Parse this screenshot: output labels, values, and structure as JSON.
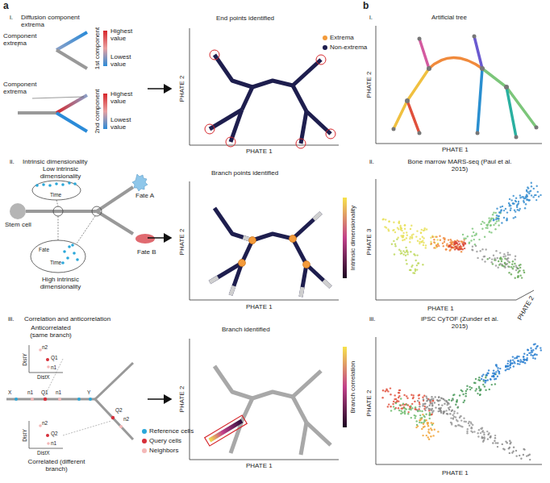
{
  "diagram": {
    "labels": [
      "a",
      "i.",
      "Diffusion component extrema",
      "Component extrema",
      "Highest value",
      "1st component",
      "Lowest value",
      "Component extrema",
      "Highest value",
      "2nd component",
      "Lowest value",
      "End points identified",
      "PHATE 2",
      "PHATE 1",
      "b",
      "i.",
      "Artificial tree",
      "PHATE 2",
      "PHATE 1",
      "ii.",
      "Intrinsic dimensionality",
      "Low intrinsic dimensionality",
      "Time",
      "Stem cell",
      "Fate A",
      "Fate B",
      "Fate",
      "Time",
      "High intrinsic dimensionality",
      "Branch points identified",
      "PHATE 2",
      "PHATE 1",
      "Intrinsic dimensionality",
      "ii.",
      "Bone marrow MARS-seq (Paul et al. 2015)",
      "PHATE 3",
      "PHATE 1",
      "PHATE 2",
      "iii.",
      "Correlation and anticorrelation",
      "Anticorrelated (same branch)",
      "DistY",
      "DistX",
      "n2",
      "Q1",
      "n1",
      "X",
      "n1",
      "Q1",
      "n1",
      "Y",
      "Q2",
      "n2",
      "DistY",
      "DistX",
      "n2",
      "Q2",
      "n1",
      "Correlated (different branch)",
      "Branch identified",
      "PHATE 2",
      "PHATE 1",
      "Branch correlation",
      "iii.",
      "iPSC CyTOF (Zunder et al. 2015)",
      "PHATE 2",
      "PHATE 1"
    ],
    "legend": [
      {
        "text": "Extrema",
        "color": "#f39a3a"
      },
      {
        "text": "Non-extrema",
        "color": "#1e1e4e"
      },
      {
        "text": "Reference cells",
        "color": "#2aa7d9"
      },
      {
        "text": "Query cells",
        "color": "#d62f3a"
      },
      {
        "text": "Neighbors",
        "color": "#f4b8b8"
      }
    ]
  }
}
